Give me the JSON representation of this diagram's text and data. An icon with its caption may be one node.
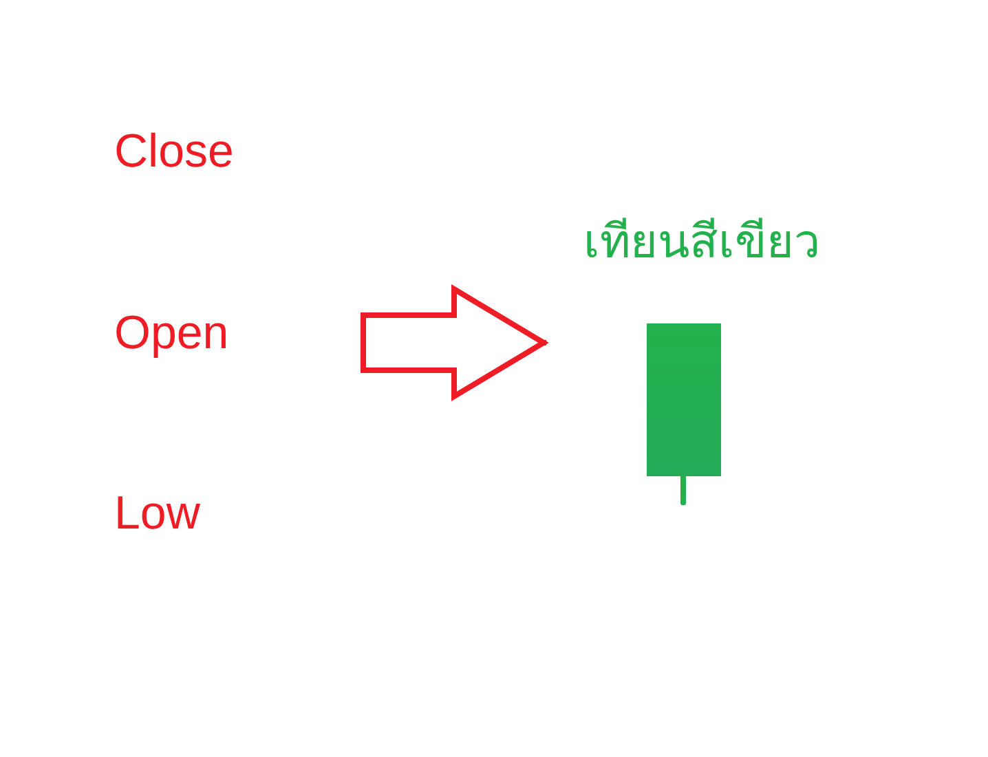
{
  "diagram": {
    "nodes": [
      {
        "text": [
          "Open"
        ]
      },
      {
        "text": [
          "เทียนสีเขียว"
        ]
      }
    ],
    "edges": [
      {
        "from": null,
        "to": 1,
        "arrow": "to"
      }
    ],
    "labels": [
      "Close",
      "Low"
    ]
  }
}
